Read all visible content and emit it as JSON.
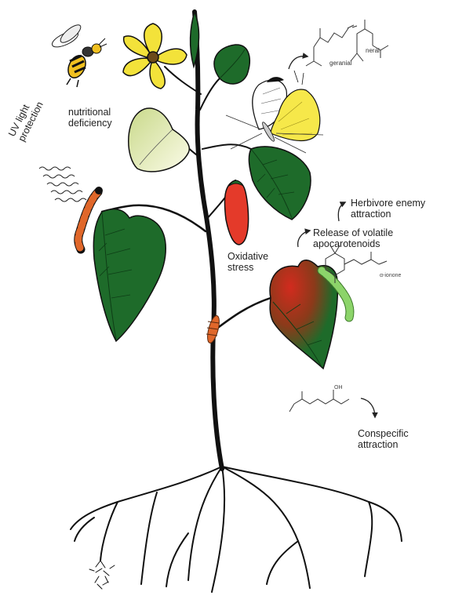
{
  "labels": {
    "nutritional_deficiency": "nutritional\ndeficiency",
    "uv_light_protection": "UV light\nprotection",
    "geranial": "geranial",
    "neral": "neral",
    "oxidative_stress": "Oxidative\nstress",
    "herbivore_enemy_attraction": "Herbivore enemy\nattraction",
    "release_volatile": "Release of volatile\napocarotenoids",
    "alpha_ionone": "α-ionone",
    "oh": "OH",
    "conspecific_attraction": "Conspecific\nattraction"
  },
  "colors": {
    "stem": "#111111",
    "leaf_dark": "#1e6b2a",
    "leaf_light": "#e4eca6",
    "flower": "#f3e23a",
    "fruit": "#e43a2a",
    "stress_red": "#d22b1e",
    "caterpillar_orange": "#e0672a",
    "caterpillar_green": "#8cd46a"
  },
  "icons": [
    "wasp-icon",
    "butterfly-icon",
    "caterpillar-icon",
    "larva-icon",
    "uv-waves-icon"
  ]
}
